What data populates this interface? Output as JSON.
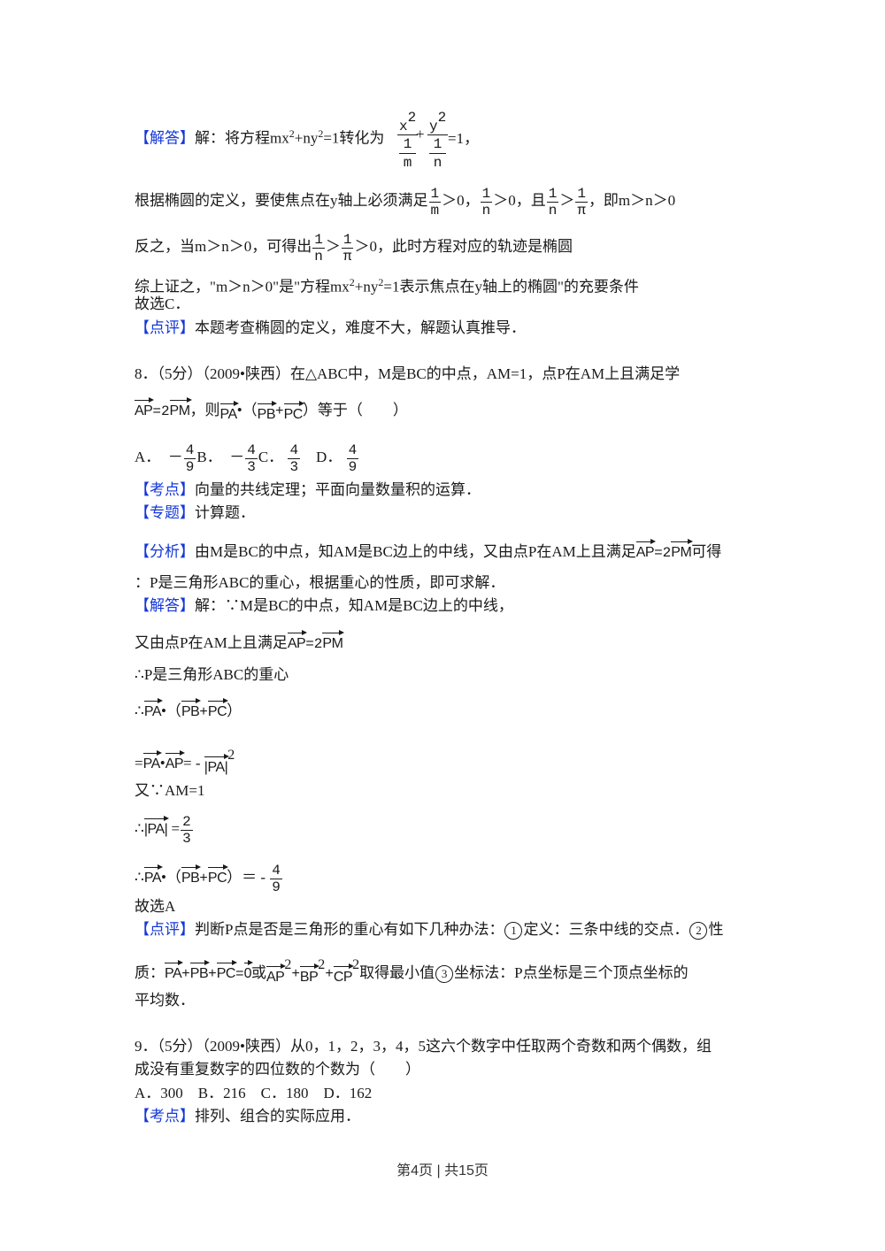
{
  "prev_solution": {
    "answer_tag": "【解答】",
    "line1_text": "解：将方程mx",
    "line1_sup1": "2",
    "line1_mid": "+ny",
    "line1_sup2": "2",
    "line1_end": "=1转化为",
    "frac_x_num": "x",
    "frac_x_sup": "2",
    "frac_x_den_num": "1",
    "frac_x_den_den": "m",
    "plus": "+",
    "frac_y_num": "y",
    "frac_y_sup": "2",
    "frac_y_den_num": "1",
    "frac_y_den_den": "n",
    "line1_tail": "=1，",
    "line2_text": "根据椭圆的定义，要使焦点在y轴上必须满足",
    "line2_f1": {
      "num": "1",
      "den": "m"
    },
    "line2_gt0_a": "＞0，",
    "line2_f2": {
      "num": "1",
      "den": "n"
    },
    "line2_gt0_b": "＞0，且",
    "line2_f3": {
      "num": "1",
      "den": "n"
    },
    "line2_gt": "＞",
    "line2_f4": {
      "num": "1",
      "den": "π"
    },
    "line2_tail": "，即m＞n＞0",
    "line3_text": "反之，当m＞n＞0，可得出",
    "line3_f1": {
      "num": "1",
      "den": "n"
    },
    "line3_gt": "＞",
    "line3_f2": {
      "num": "1",
      "den": "π"
    },
    "line3_tail": "＞0，此时方程对应的轨迹是椭圆",
    "line4_a": "综上证之，\"m＞n＞0\"是\"方程mx",
    "line4_sup1": "2",
    "line4_b": "+ny",
    "line4_sup2": "2",
    "line4_c": "=1表示焦点在y轴上的椭圆\"的充要条件",
    "line5": "故选C．",
    "review_tag": "【点评】",
    "review_text": "本题考查椭圆的定义，难度不大，解题认真推导．"
  },
  "q8": {
    "header": "8．（5分）（2009•陕西）在△ABC中，M是BC的中点，AM=1，点P在AM上且满足学",
    "line2_v1": "AP",
    "line2_eq": "=2",
    "line2_v2": "PM",
    "line2_mid": "，则",
    "line2_v3": "PA",
    "line2_dot": "•（",
    "line2_v4": "PB",
    "line2_plus": "+",
    "line2_v5": "PC",
    "line2_tail": "）等于（　　）",
    "options": [
      {
        "label": "A．",
        "sign": "－",
        "num": "4",
        "den": "9"
      },
      {
        "label": "B．",
        "sign": "－",
        "num": "4",
        "den": "3"
      },
      {
        "label": "C．",
        "sign": "",
        "num": "4",
        "den": "3"
      },
      {
        "label": "D．",
        "sign": "",
        "num": "4",
        "den": "9"
      }
    ],
    "kaodian_tag": "【考点】",
    "kaodian_text": "向量的共线定理；平面向量数量积的运算．",
    "zhuanti_tag": "【专题】",
    "zhuanti_text": "计算题．",
    "fenxi_tag": "【分析】",
    "fenxi_text": "由M是BC的中点，知AM是BC边上的中线，又由点P在AM上且满足",
    "fenxi_v1": "AP",
    "fenxi_eq": "=2",
    "fenxi_v2": "PM",
    "fenxi_tail": "可得",
    "fenxi_line2": "：P是三角形ABC的重心，根据重心的性质，即可求解．",
    "jieda_tag": "【解答】",
    "jieda_text": "解：∵M是BC的中点，知AM是BC边上的中线，",
    "step1_text": "又由点P在AM上且满足",
    "step1_v1": "AP",
    "step1_eq": "=2",
    "step1_v2": "PM",
    "step2": "∴P是三角形ABC的重心",
    "step3_prefix": "∴",
    "step3_v1": "PA",
    "step3_dot": "•（",
    "step3_v2": "PB",
    "step3_plus": "+",
    "step3_v3": "PC",
    "step3_close": "）",
    "step4_prefix": "=",
    "step4_v1": "PA",
    "step4_dot": "•",
    "step4_v2": "AP",
    "step4_mid": "= - ",
    "step4_abs": "|PA|",
    "step4_sup": "2",
    "step5": "又∵AM=1",
    "step6_prefix": "∴",
    "step6_abs": "|PA|",
    "step6_eq": "=",
    "step6_num": "2",
    "step6_den": "3",
    "step7_prefix": "∴",
    "step7_v1": "PA",
    "step7_dot": "•（",
    "step7_v2": "PB",
    "step7_plus": "+",
    "step7_v3": "PC",
    "step7_close": "）＝ - ",
    "step7_num": "4",
    "step7_den": "9",
    "step8": "故选A",
    "review_tag": "【点评】",
    "review_l1_a": "判断P点是否是三角形的重心有如下几种办法：",
    "circ1": "1",
    "review_l1_b": "定义：三条中线的交点．",
    "circ2": "2",
    "review_l1_c": "性",
    "review_l2_a": "质：",
    "review_l2_v1": "PA",
    "review_l2_v2": "PB",
    "review_l2_v3": "PC",
    "review_l2_eq": "=",
    "review_l2_v0": "0",
    "review_l2_or": "或",
    "review_l2_v4": "AP",
    "review_l2_v5": "BP",
    "review_l2_v6": "CP",
    "review_l2_sq": "2",
    "review_l2_min": "取得最小值",
    "circ3": "3",
    "review_l2_b": "坐标法：P点坐标是三个顶点坐标的",
    "review_l3": "平均数．"
  },
  "q9": {
    "header": "9．（5分）（2009•陕西）从0，1，2，3，4，5这六个数字中任取两个奇数和两个偶数，组",
    "line2": "成没有重复数字的四位数的个数为（　　）",
    "options": "A．300　B．216　C．180　D．162",
    "kaodian_tag": "【考点】",
    "kaodian_text": "排列、组合的实际应用．"
  },
  "footer": {
    "page_label": "第4页 | 共15页"
  }
}
